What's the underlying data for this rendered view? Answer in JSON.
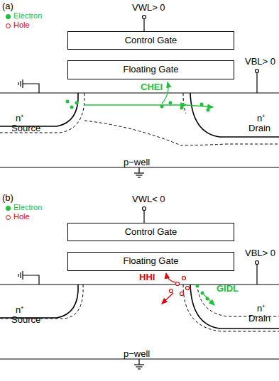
{
  "diagram": {
    "nodes": [
      {
        "text": [
          "Control Gate"
        ]
      },
      {
        "text": [
          "Floating Gate"
        ]
      },
      {
        "text": [
          "Control Gate"
        ]
      },
      {
        "text": [
          "Floating Gate"
        ]
      }
    ],
    "labels": [
      "(a)",
      "VWL> 0",
      "VBL> 0",
      "CHEI",
      "n⁺",
      "Source",
      "n⁺",
      "Drain",
      "p−well",
      "(b)",
      "VWL< 0",
      "VBL> 0",
      "HHI",
      "GIDL",
      "n⁺",
      "Source",
      "n⁺",
      "Drain",
      "p−well"
    ],
    "legend": [
      {
        "text": "Electron",
        "color": "#22c03a"
      },
      {
        "text": "Hole"
      },
      {
        "text": "Electron",
        "color": "#22c03a"
      },
      {
        "text": "Hole"
      }
    ]
  }
}
